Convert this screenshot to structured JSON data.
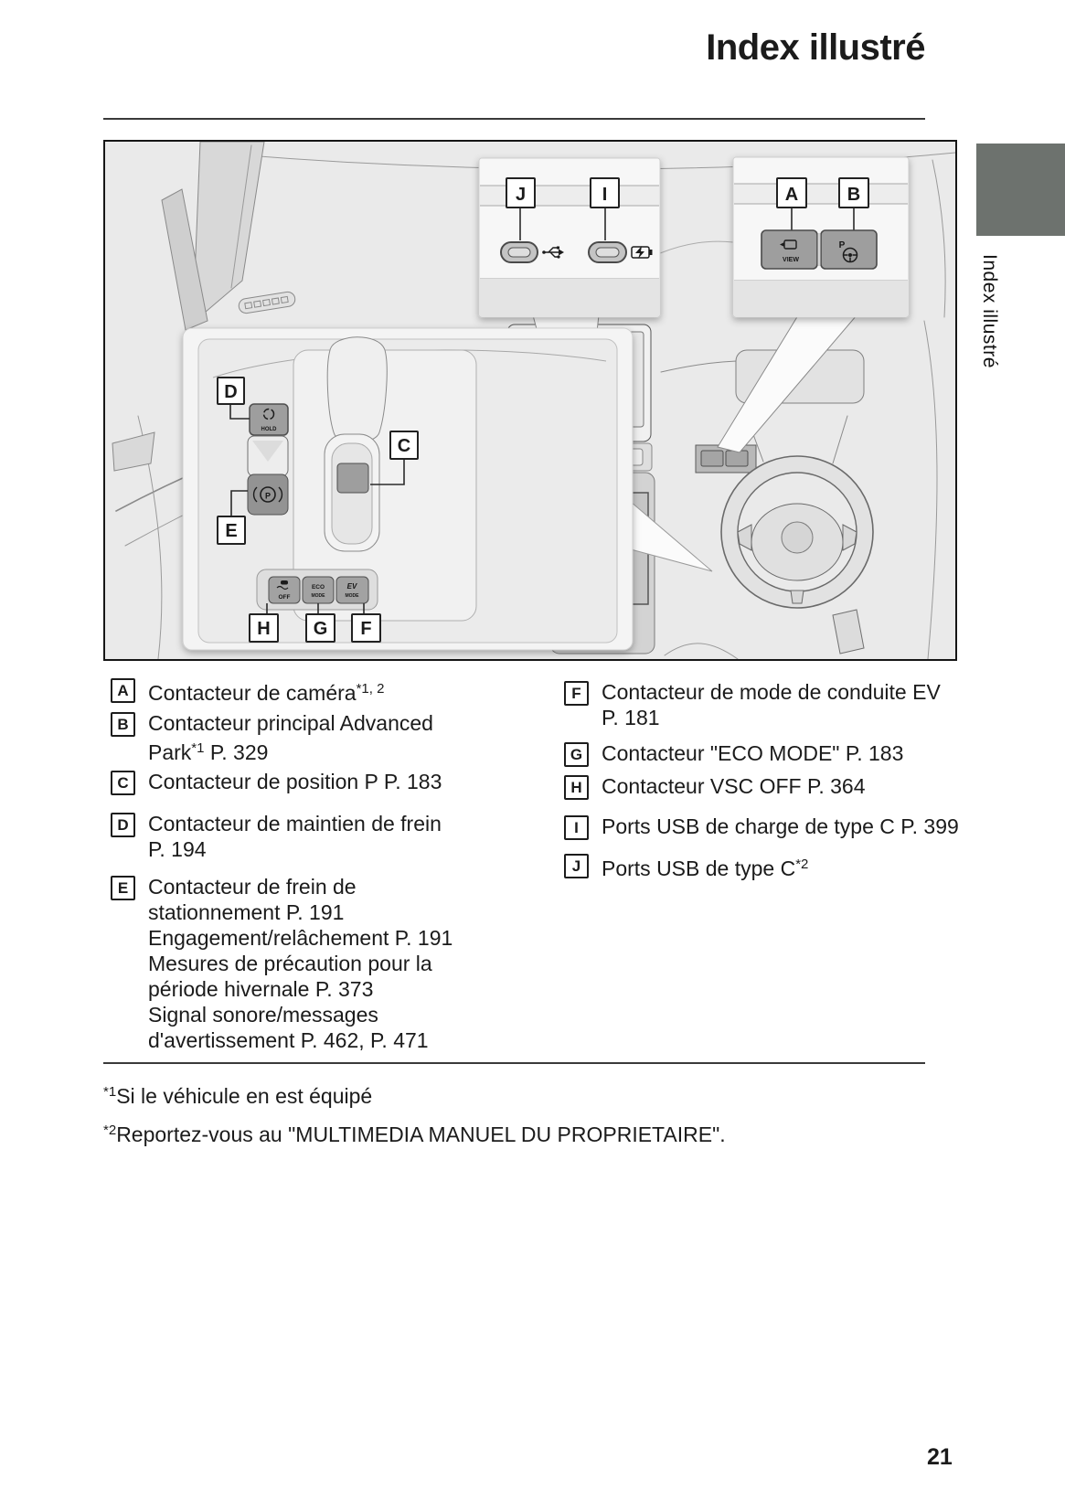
{
  "page": {
    "title": "Index illustré",
    "side_tab_label": "Index illustré",
    "page_number": "21"
  },
  "diagram": {
    "callouts": {
      "a": "A",
      "b": "B",
      "c": "C",
      "d": "D",
      "e": "E",
      "f": "F",
      "g": "G",
      "h": "H",
      "i": "I",
      "j": "J"
    },
    "labels": {
      "hold": "HOLD",
      "view": "VIEW",
      "park_p": "P",
      "vsc_off": "OFF",
      "eco1": "ECO",
      "eco2": "MODE",
      "ev1": "EV",
      "ev2": "MODE"
    }
  },
  "legend": {
    "a": {
      "letter": "A",
      "text": "Contacteur de caméra",
      "sup": "*1, 2"
    },
    "b": {
      "letter": "B",
      "line1": "Contacteur principal Advanced",
      "line2_pre": "Park",
      "line2_sup": "*1",
      "line2_post": " P. 329"
    },
    "c": {
      "letter": "C",
      "text": "Contacteur de position P P. 183"
    },
    "d": {
      "letter": "D",
      "line1": "Contacteur de maintien de frein",
      "line2": "P. 194"
    },
    "e": {
      "letter": "E",
      "line1": "Contacteur de frein de",
      "line2": "stationnement P. 191",
      "line3": "Engagement/relâchement P. 191",
      "line4": "Mesures de précaution pour la",
      "line5": "période hivernale P. 373",
      "line6": "Signal sonore/messages",
      "line7": "d'avertissement P. 462, P. 471"
    },
    "f": {
      "letter": "F",
      "line1": "Contacteur de mode de conduite EV",
      "line2": "P. 181"
    },
    "g": {
      "letter": "G",
      "text": "Contacteur \"ECO MODE\" P. 183"
    },
    "h": {
      "letter": "H",
      "text": "Contacteur VSC OFF P. 364"
    },
    "i": {
      "letter": "I",
      "text": "Ports USB de charge de type C P. 399"
    },
    "j": {
      "letter": "J",
      "text": "Ports USB de type C",
      "sup": "*2"
    }
  },
  "footnotes": {
    "f1_sup": "*1",
    "f1_text": "Si le véhicule en est équipé",
    "f2_sup": "*2",
    "f2_text": "Reportez-vous au \"MULTIMEDIA MANUEL DU PROPRIETAIRE\"."
  },
  "colors": {
    "tab_gray": "#6d726e",
    "illustration_bg": "#eaeaea",
    "button_gray": "#9e9e9e"
  }
}
